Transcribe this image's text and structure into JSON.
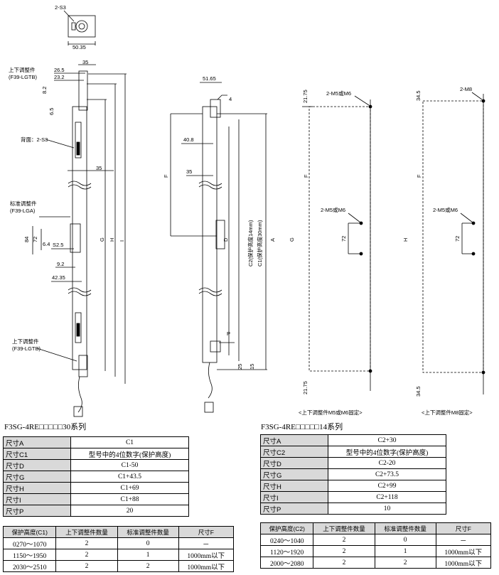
{
  "drawing": {
    "top_bracket": {
      "label": "2-S3",
      "width_dim": "50.35"
    },
    "left_view": {
      "dim_35_top": "35",
      "dim_26_5": "26.5",
      "dim_23_2": "23.2",
      "dim_8_2": "8.2",
      "dim_6_5": "6.5",
      "dim_35_mid": "35",
      "upper_bracket_label": "上下调整件",
      "upper_bracket_model": "(F39-LGTB)",
      "back_label": "背面：2-S3",
      "std_bracket_label": "标准调整件",
      "std_bracket_model": "(F39-LGA)",
      "dim_84": "84",
      "dim_72": "72",
      "dim_6_4": "6.4",
      "dim_s2_5": "S2.5",
      "dim_9_2": "9.2",
      "dim_42_35": "42.35",
      "dim_G": "G",
      "dim_H": "H",
      "dim_I": "I",
      "lower_bracket_label": "上下调整件",
      "lower_bracket_model": "(F39-LGTB)"
    },
    "middle_view": {
      "dim_51_65": "51.65",
      "dim_4": "4",
      "dim_40_8": "40.8",
      "dim_35": "35",
      "dim_F": "F",
      "dim_D": "D",
      "dim_C2": "C2(保护高度14mm)",
      "dim_C1": "C1(保护高度30mm)",
      "dim_A": "A",
      "dim_P": "P",
      "dim_25": "25",
      "dim_15": "15"
    },
    "hole_view_m5": {
      "dim_21_75_top": "21.75",
      "hole_top_label": "2-M5或M6",
      "dim_F": "F",
      "hole_mid_label": "2-M5或M6",
      "dim_72": "72",
      "dim_G": "G",
      "dim_21_75_bottom": "21.75",
      "caption": "<上下调整件M5或M6固定>"
    },
    "hole_view_m8": {
      "dim_34_5_top": "34.5",
      "hole_top_label": "2-M8",
      "dim_F": "F",
      "hole_mid_label": "2-M5或M6",
      "dim_72": "72",
      "dim_H": "H",
      "dim_34_5_bottom": "34.5",
      "caption": "<上下调整件M8固定>"
    }
  },
  "series30": {
    "title": "F3SG-4RE□□□□□30系列",
    "dims": [
      {
        "label": "尺寸A",
        "value": "C1"
      },
      {
        "label": "尺寸C1",
        "value": "型号中的4位数字(保护高度)"
      },
      {
        "label": "尺寸D",
        "value": "C1-50"
      },
      {
        "label": "尺寸G",
        "value": "C1+43.5"
      },
      {
        "label": "尺寸H",
        "value": "C1+69"
      },
      {
        "label": "尺寸I",
        "value": "C1+88"
      },
      {
        "label": "尺寸P",
        "value": "20"
      }
    ],
    "bracket_headers": [
      "保护高度(C1)",
      "上下调整件数量",
      "标准调整件数量",
      "尺寸F"
    ],
    "bracket_rows": [
      [
        "0270～1070",
        "2",
        "0",
        "－"
      ],
      [
        "1150～1950",
        "2",
        "1",
        "1000mm以下"
      ],
      [
        "2030～2510",
        "2",
        "2",
        "1000mm以下"
      ]
    ]
  },
  "series14": {
    "title": "F3SG-4RE□□□□□14系列",
    "dims": [
      {
        "label": "尺寸A",
        "value": "C2+30"
      },
      {
        "label": "尺寸C2",
        "value": "型号中的4位数字(保护高度)"
      },
      {
        "label": "尺寸D",
        "value": "C2-20"
      },
      {
        "label": "尺寸G",
        "value": "C2+73.5"
      },
      {
        "label": "尺寸H",
        "value": "C2+99"
      },
      {
        "label": "尺寸I",
        "value": "C2+118"
      },
      {
        "label": "尺寸P",
        "value": "10"
      }
    ],
    "bracket_headers": [
      "保护高度(C2)",
      "上下调整件数量",
      "标准调整件数量",
      "尺寸F"
    ],
    "bracket_rows": [
      [
        "0240～1040",
        "2",
        "0",
        "－"
      ],
      [
        "1120～1920",
        "2",
        "1",
        "1000mm以下"
      ],
      [
        "2000～2080",
        "2",
        "2",
        "1000mm以下"
      ]
    ]
  }
}
